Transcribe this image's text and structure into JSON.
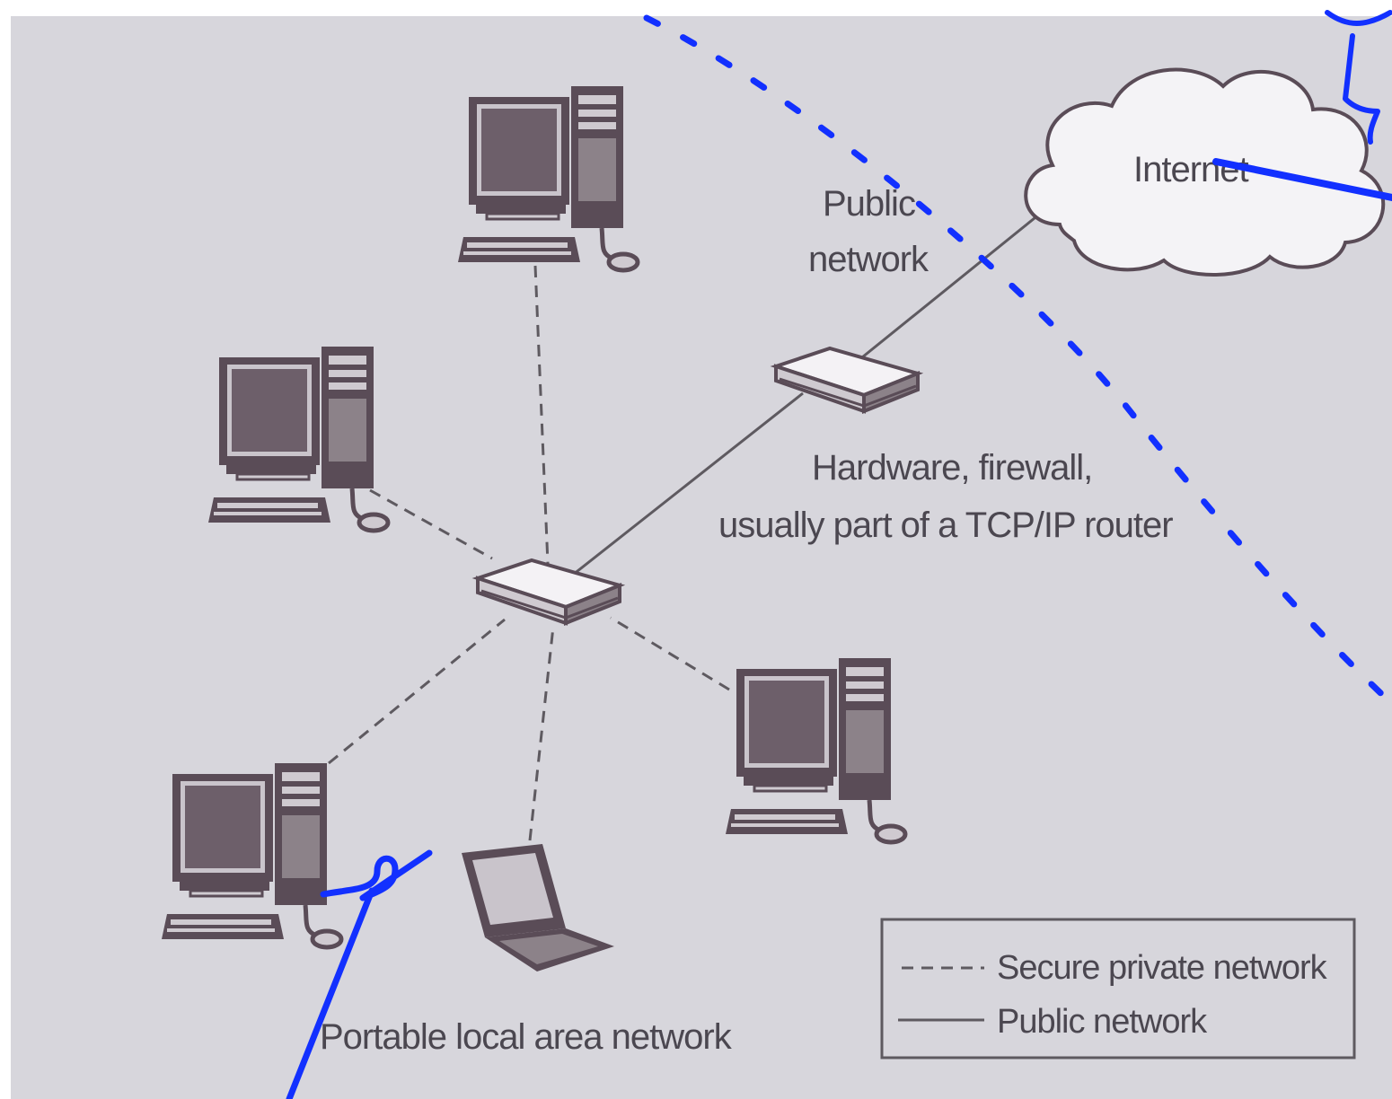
{
  "labels": {
    "internet": "Internet",
    "public_network_line1": "Public",
    "public_network_line2": "network",
    "firewall_line1": "Hardware, firewall,",
    "firewall_line2": "usually part of a TCP/IP router",
    "portable_lan": "Portable local area network"
  },
  "legend": {
    "items": [
      {
        "line_style": "dashed",
        "label": "Secure private network"
      },
      {
        "line_style": "solid",
        "label": "Public network"
      }
    ]
  },
  "nodes": [
    {
      "type": "desktop-computer",
      "connection": "secure-private"
    },
    {
      "type": "desktop-computer",
      "connection": "secure-private"
    },
    {
      "type": "desktop-computer",
      "connection": "secure-private"
    },
    {
      "type": "desktop-computer",
      "connection": "secure-private"
    },
    {
      "type": "laptop-computer",
      "connection": "secure-private"
    },
    {
      "type": "hub",
      "connection": "secure-private"
    },
    {
      "type": "firewall-router",
      "connection": "public"
    },
    {
      "type": "cloud",
      "name": "Internet",
      "connection": "public"
    }
  ],
  "colors": {
    "background": "#d7d6dc",
    "device_dark": "#5a4c57",
    "line": "#5e5a60",
    "ink_annotation": "#1230ff"
  }
}
